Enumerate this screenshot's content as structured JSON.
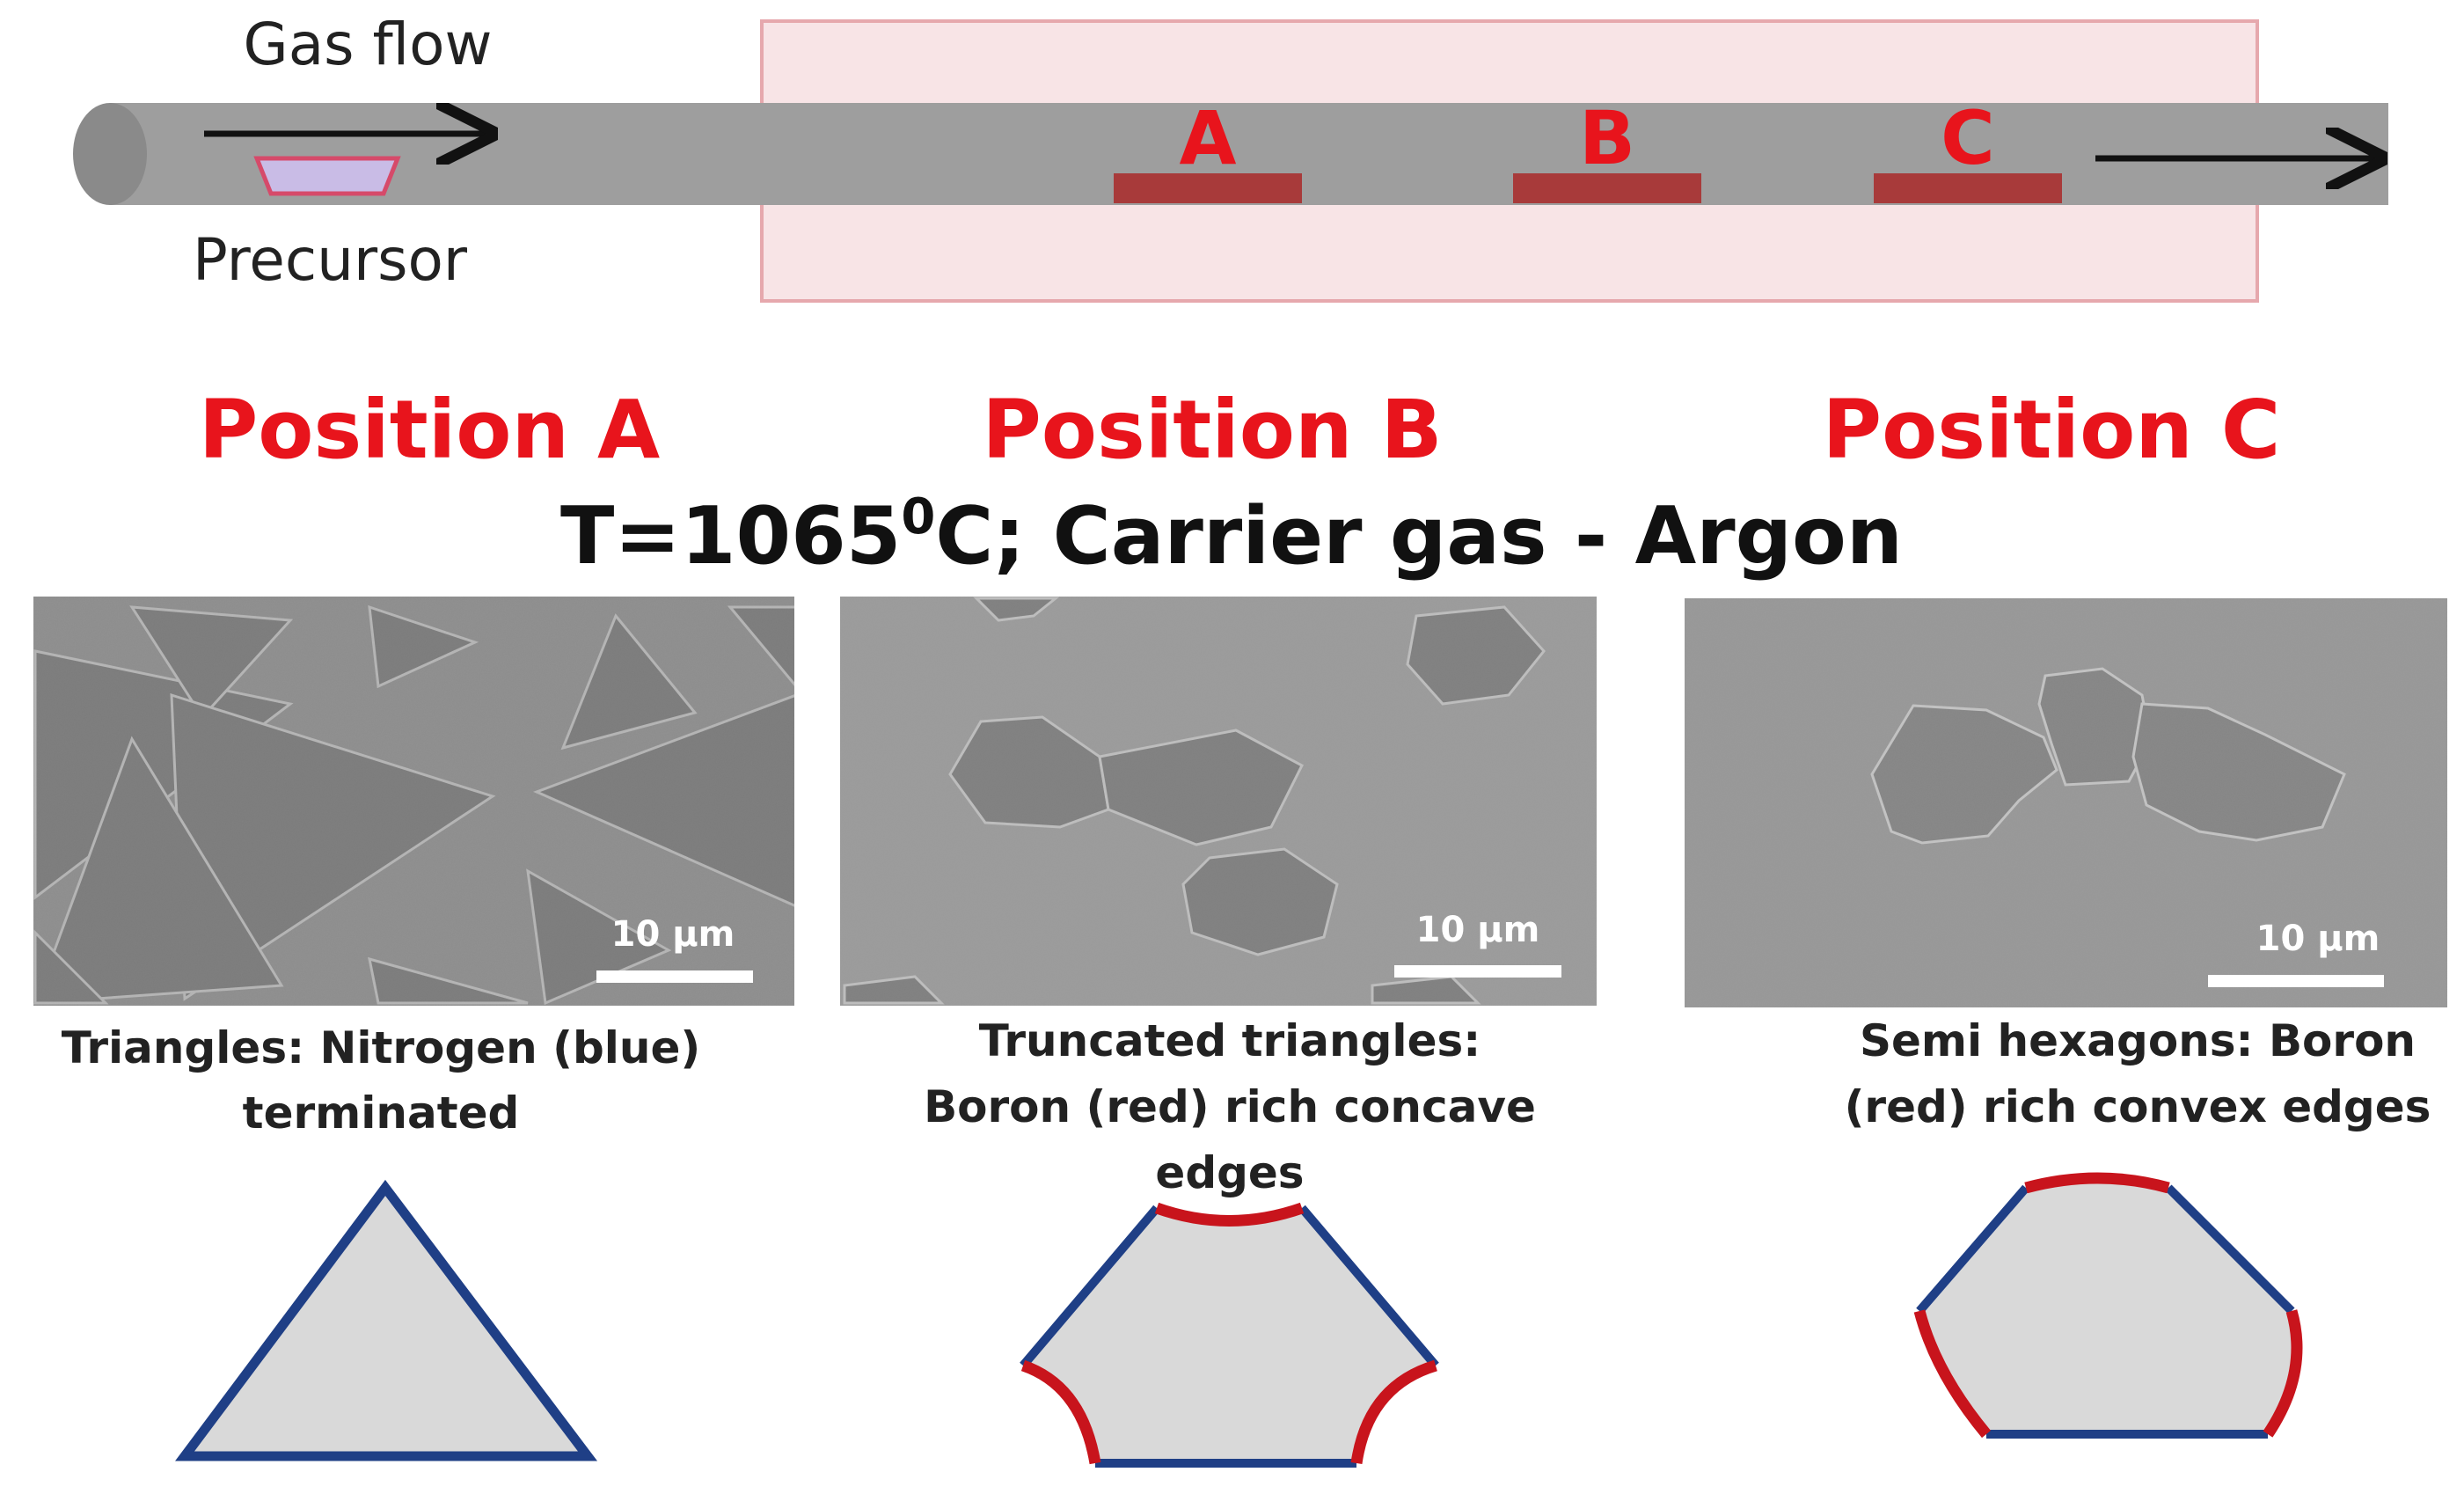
{
  "furnace": {
    "gas_flow_label": "Gas flow",
    "precursor_label": "Precursor",
    "substrates": [
      {
        "id": "A",
        "label": "A"
      },
      {
        "id": "B",
        "label": "B"
      },
      {
        "id": "C",
        "label": "C"
      }
    ]
  },
  "condition": {
    "prefix": "T=1065",
    "superscript": "0",
    "suffix": "C; Carrier gas - Argon"
  },
  "positions": [
    {
      "title": "Position A",
      "scale_bar": "10 µm",
      "caption_lines": [
        "Triangles: Nitrogen (blue)",
        "terminated"
      ],
      "shape": "triangle"
    },
    {
      "title": "Position B",
      "scale_bar": "10 µm",
      "caption_lines": [
        "Truncated triangles:",
        "Boron (red) rich concave",
        "edges"
      ],
      "shape": "truncated-triangle"
    },
    {
      "title": "Position C",
      "scale_bar": "10 µm",
      "caption_lines": [
        "Semi hexagons: Boron",
        "(red) rich convex edges"
      ],
      "shape": "semi-hexagon"
    }
  ],
  "colors": {
    "title_red": "#e8141c",
    "nitrogen_edge_blue": "#1f3f86",
    "boron_edge_red": "#c8141c",
    "substrate_red": "#a83a3a",
    "tube_gray": "#9e9e9e",
    "furnace_pink": "#f8e4e6",
    "furnace_border": "#e6a8ad",
    "sem_background": "#8f8f8f",
    "shape_fill": "#d9d9d9"
  }
}
